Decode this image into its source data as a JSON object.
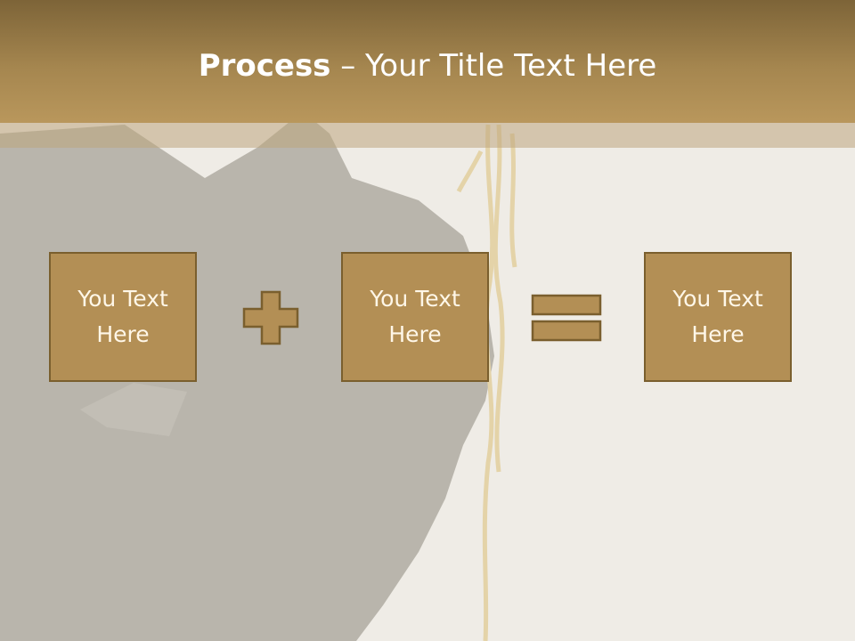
{
  "slide": {
    "title_bold": "Process",
    "title_rest": " – Your Title Text Here",
    "boxes": [
      {
        "text": "You Text Here"
      },
      {
        "text": "You Text Here"
      },
      {
        "text": "You Text Here"
      }
    ]
  },
  "colors": {
    "header": "#a5864f",
    "box_fill": "#b38f55",
    "box_border": "#7a5f2e",
    "text": "#ffffff"
  },
  "icons": [
    "plus-icon",
    "equals-icon"
  ]
}
